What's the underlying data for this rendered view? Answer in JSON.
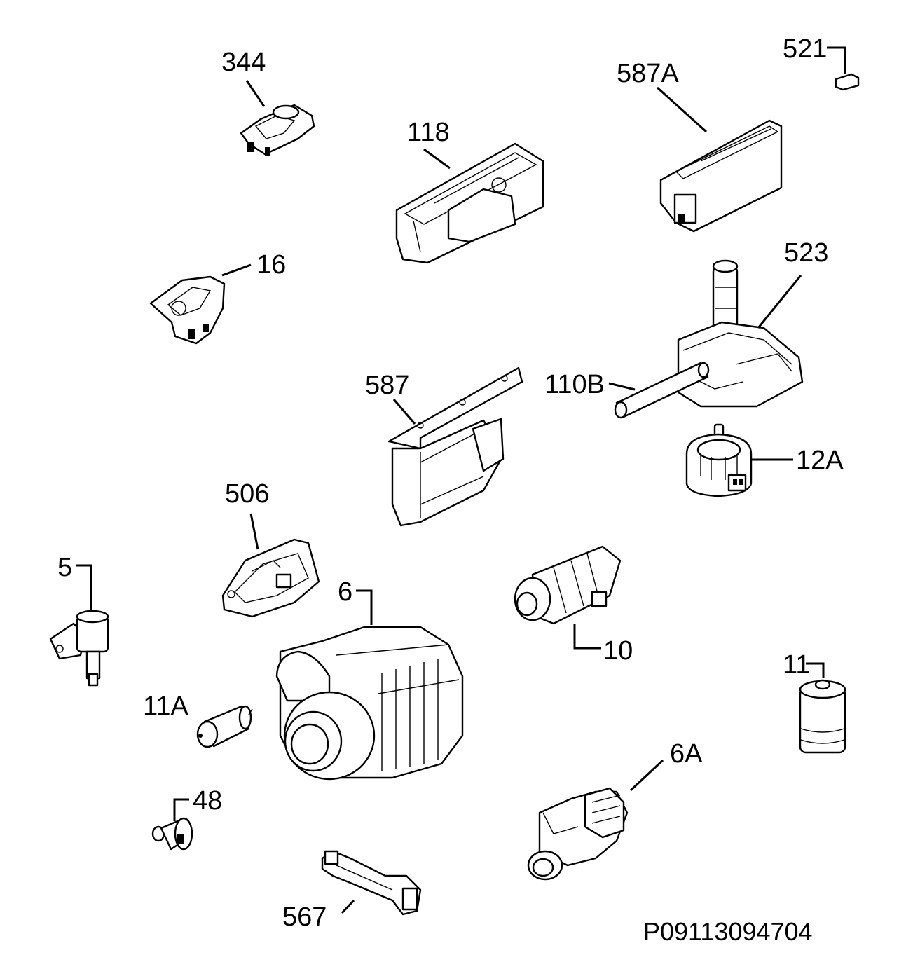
{
  "labels": {
    "p344": "344",
    "p118": "118",
    "p587A": "587A",
    "p521": "521",
    "p16": "16",
    "p523": "523",
    "p110B": "110B",
    "p587": "587",
    "p12A": "12A",
    "p506": "506",
    "p5": "5",
    "p6": "6",
    "p10": "10",
    "p11A": "11A",
    "p11": "11",
    "p6A": "6A",
    "p48": "48",
    "p567": "567"
  },
  "document_code": "P09113094704"
}
